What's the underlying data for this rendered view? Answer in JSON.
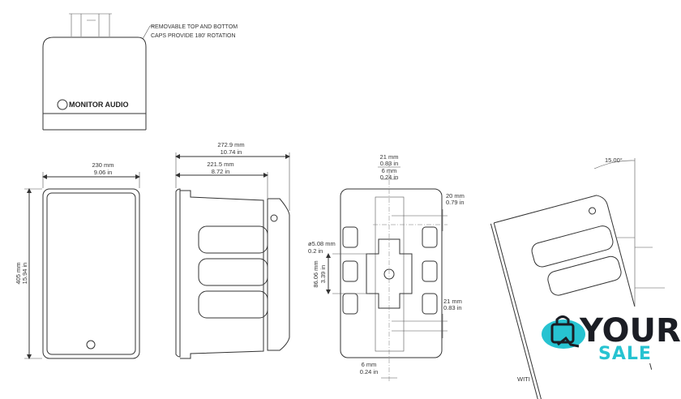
{
  "top_view": {
    "note_line1": "REMOVABLE TOP AND BOTTOM",
    "note_line2": "CAPS PROVIDE 180' ROTATION",
    "brand": "MONITOR AUDIO"
  },
  "front_view": {
    "width_mm": "230 mm",
    "width_in": "9.06 in",
    "height_mm": "405 mm",
    "height_in": "15.94 in"
  },
  "side_view": {
    "depth_total_mm": "272.9 mm",
    "depth_total_in": "10.74 in",
    "depth_body_mm": "221.5 mm",
    "depth_body_in": "8.72 in"
  },
  "back_view": {
    "top_slot_mm": "21 mm",
    "top_slot_in": "0.83 in",
    "top_gap_mm": "6 mm",
    "top_gap_in": "0.24 in",
    "upper_offset_mm": "20 mm",
    "upper_offset_in": "0.79 in",
    "hole_dia_mm": "ø5.08 mm",
    "hole_dia_in": "0.2 in",
    "hole_spacing_mm": "86.06 mm",
    "hole_spacing_in": "3.39 in",
    "lower_offset_mm": "21 mm",
    "lower_offset_in": "0.83 in",
    "bottom_gap_mm": "6 mm",
    "bottom_gap_in": "0.24 in"
  },
  "tilt_view": {
    "angle": "15.00°",
    "caption": "WITI"
  },
  "watermark": {
    "line1": "YOUR",
    "line2": "SALE",
    "accent": "#27c3d1",
    "dark": "#1b1d24"
  }
}
